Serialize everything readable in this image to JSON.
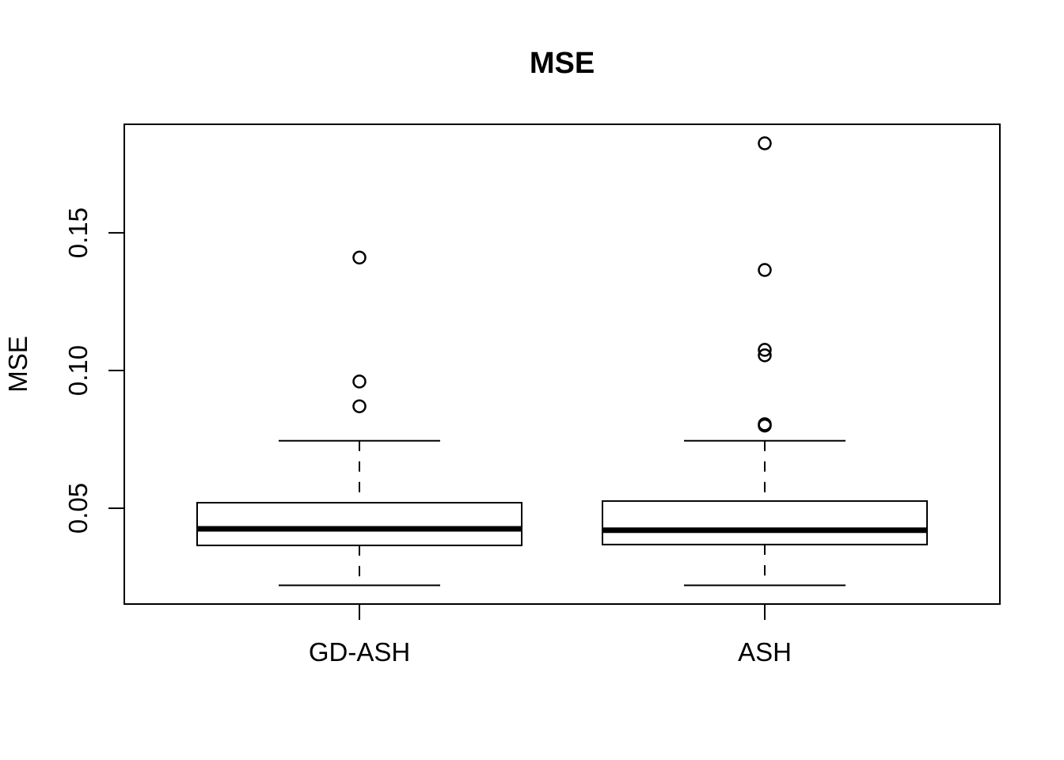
{
  "chart_data": {
    "type": "boxplot",
    "title": "MSE",
    "ylabel": "MSE",
    "xlabel": "",
    "categories": [
      "GD-ASH",
      "ASH"
    ],
    "y_ticks": [
      0.05,
      0.1,
      0.15
    ],
    "y_tick_labels": [
      "0.05",
      "0.10",
      "0.15"
    ],
    "ylim": [
      0.0152,
      0.1894
    ],
    "grid": false,
    "legend": "none",
    "orientation": "vertical",
    "series": [
      {
        "name": "GD-ASH",
        "lower_whisker": 0.022,
        "q1": 0.0365,
        "median": 0.0425,
        "q3": 0.052,
        "upper_whisker": 0.0745,
        "outliers": [
          0.087,
          0.096,
          0.141
        ]
      },
      {
        "name": "ASH",
        "lower_whisker": 0.022,
        "q1": 0.0368,
        "median": 0.042,
        "q3": 0.0526,
        "upper_whisker": 0.0745,
        "outliers": [
          0.08,
          0.0805,
          0.1055,
          0.1075,
          0.1365,
          0.1825
        ]
      }
    ],
    "colors": {
      "line": "#000000",
      "box_fill": "#ffffff",
      "background": "#ffffff"
    }
  }
}
